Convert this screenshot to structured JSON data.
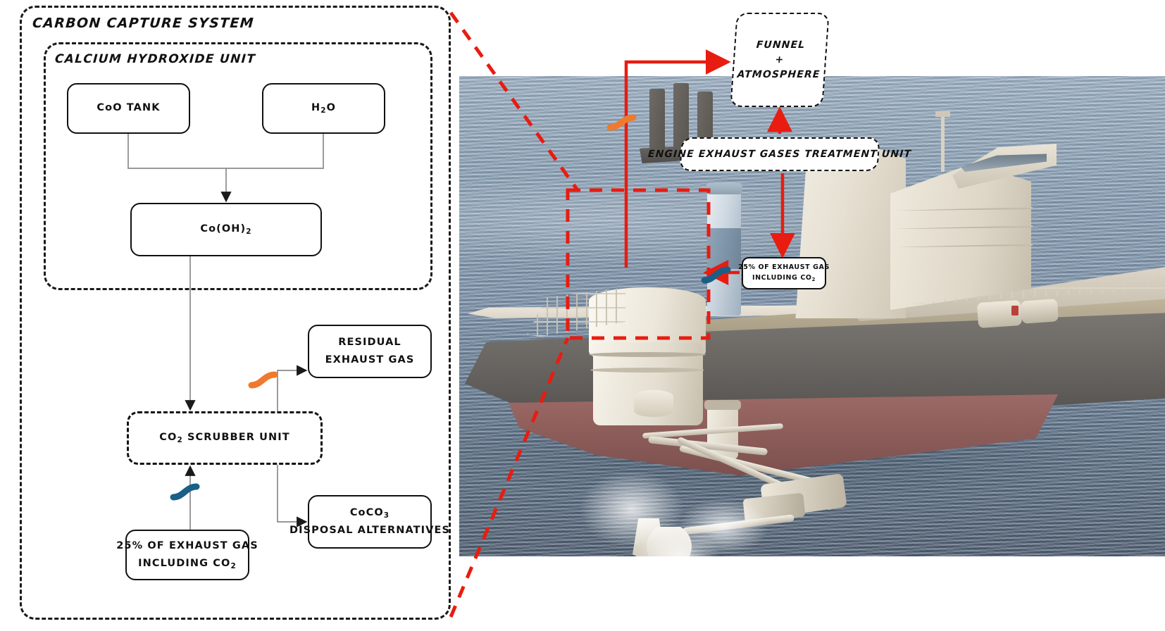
{
  "diagram": {
    "title": "Carbon capture system schematic with shipboard installation photo",
    "outer_unit_label": "CARBON CAPTURE SYSTEM",
    "inner_unit_label": "CALCIUM HYDROXIDE UNIT",
    "boxes": {
      "cao_tank": "CoO TANK",
      "h2o": {
        "pre": "H",
        "sub": "2",
        "post": "O"
      },
      "ca_hydroxide": {
        "pre": "Co(OH)",
        "sub": "2",
        "post": ""
      },
      "scrubber": {
        "pre": "CO",
        "sub": "2",
        "post": " SCRUBBER UNIT"
      },
      "residual_exhaust": {
        "line1": "RESIDUAL",
        "line2": "EXHAUST GAS"
      },
      "caco3_disposal": {
        "line1_pre": "CoCO",
        "line1_sub": "3",
        "line2": "DISPOSAL ALTERNATIVES"
      },
      "exhaust_25pct": {
        "line1": "25% OF EXHAUST GAS",
        "line2_pre": "INCLUDING CO",
        "line2_sub": "2"
      }
    },
    "photo_callouts": {
      "funnel": {
        "line1": "FUNNEL",
        "line2": "+",
        "line3": "ATMOSPHERE"
      },
      "treatment_unit": "ENGINE EXHAUST GASES TREATMENT UNIT",
      "exhaust_25pct": {
        "line1": "25% OF EXHAUST GAS",
        "line2_pre": "INCLUDING CO",
        "line2_sub": "2"
      }
    },
    "colors": {
      "flow_red": "#e81c10",
      "flow_orange": "#ef7a2e",
      "flow_blue": "#1a5f86",
      "line_dark": "#1a1a1a",
      "connector_gray": "#8a8a8a"
    },
    "legend_markers": {
      "orange_marker_meaning": "residual exhaust gas stream",
      "blue_marker_meaning": "25% exhaust gas including CO2 stream"
    }
  }
}
